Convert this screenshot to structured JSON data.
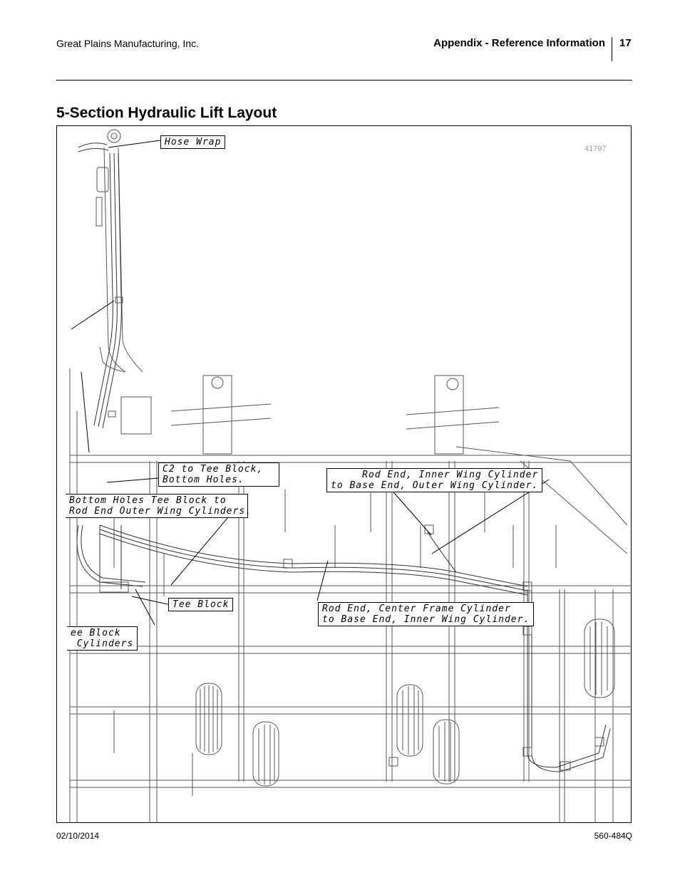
{
  "header": {
    "company": "Great Plains Manufacturing, Inc.",
    "section": "Appendix - Reference Information",
    "page_number": "17"
  },
  "title": "5-Section Hydraulic Lift Layout",
  "figure": {
    "figure_number": "41797",
    "callouts": {
      "hose_wrap": "Hose Wrap",
      "c2_tee_block": "C2 to Tee Block,\nBottom Holes.",
      "rod_end_inner_wing": "Rod End, Inner Wing Cylinder\nto Base End, Outer Wing Cylinder.",
      "bottom_holes_tee_block": "Bottom Holes Tee Block to\nRod End Outer Wing Cylinders.",
      "tee_block": "Tee Block",
      "rod_end_center_frame": "Rod End, Center Frame Cylinder\nto Base End, Inner Wing Cylinder.",
      "tee_block_cylinders": "ee Block\n Cylinders"
    }
  },
  "footer": {
    "date": "02/10/2014",
    "doc_number": "560-484Q"
  }
}
